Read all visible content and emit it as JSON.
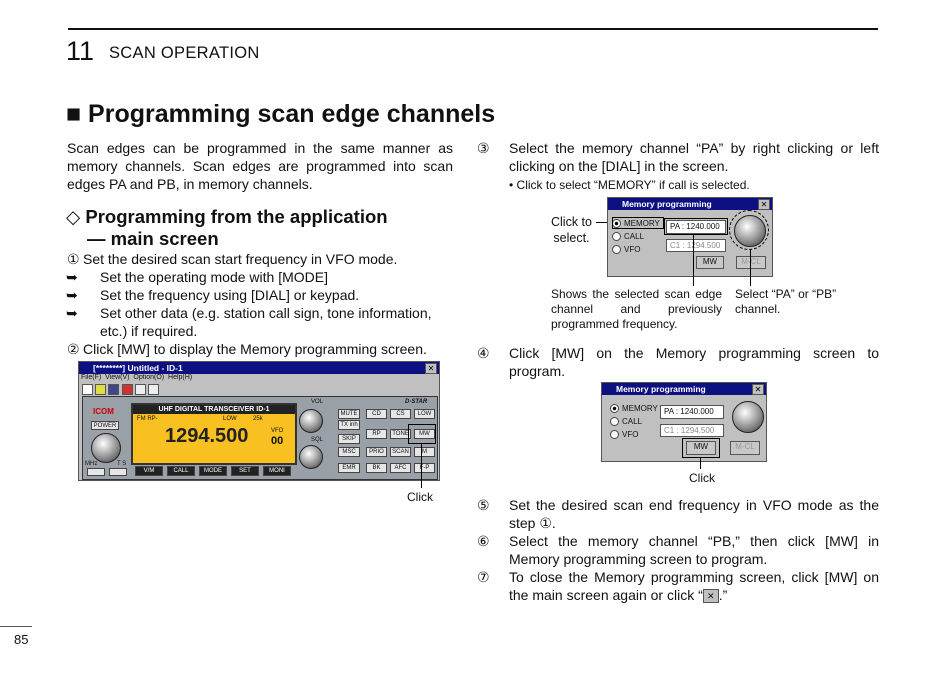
{
  "header": {
    "chapter_number": "11",
    "chapter_title": "SCAN OPERATION"
  },
  "section": {
    "title": "■ Programming scan edge channels"
  },
  "intro": "Scan edges can be programmed in the same manner as memory channels. Scan edges are programmed into scan edges PA and PB, in memory channels.",
  "subsection": {
    "title_line1": "◇ Programming from the application",
    "title_line2": "— main screen"
  },
  "left_steps": {
    "s1": "Set the desired scan start frequency in VFO mode.",
    "s1_mark": "①",
    "s1_sub": [
      "Set the operating mode with [MODE]",
      "Set the frequency using [DIAL] or keypad.",
      "Set other data (e.g. station call sign, tone information, etc.) if required."
    ],
    "s2_mark": "②",
    "s2": "Click [MW] to display the Memory programming screen."
  },
  "app_window": {
    "title": "[********] Untitled - ID-1",
    "menu": [
      "File(F)",
      "View(V)",
      "Option(O)",
      "Help(H)"
    ],
    "brand": "ICOM",
    "power": "POWER",
    "lcd_title": "UHF DIGITAL TRANSCEIVER   ID-1",
    "lcd_mode": "FM  RP-",
    "lcd_low": "LOW",
    "lcd_step": "25k",
    "lcd_freq": "1294.500",
    "lcd_vfo": "VFO",
    "lcd_ch": "00",
    "bottom_buttons": [
      "V/M",
      "CALL",
      "MODE",
      "SET",
      "MONI"
    ],
    "vol": "VOL",
    "sql": "SQL",
    "mid_buttons": [
      "MUTE",
      "TX inh",
      "SKIP",
      "MSC",
      "EMR"
    ],
    "dstar": "D·STAR",
    "right_buttons": [
      "CD",
      "CS",
      "LOW",
      "RP",
      "TONE",
      "MW",
      "PRIO",
      "SCAN",
      "M",
      "BK",
      "AFC",
      "F-P"
    ],
    "mhz": "MHz",
    "ts": "T S",
    "click_label": "Click"
  },
  "right_steps": {
    "s3_mark": "③",
    "s3": "Select the memory channel “PA” by right clicking or left clicking on the [DIAL] in the screen.",
    "s3_note": "• Click to select “MEMORY” if call is selected.",
    "s4_mark": "④",
    "s4": "Click [MW] on the Memory programming screen to program.",
    "s5_mark": "⑤",
    "s5": "Set the desired scan end frequency in VFO mode as the step ①.",
    "s6_mark": "⑥",
    "s6": "Select the memory channel “PB,” then click [MW] in Memory programming screen to program.",
    "s7_mark": "⑦",
    "s7_a": "To close the Memory programming screen, click [MW] on the main screen again or click “",
    "s7_icon": "✕",
    "s7_b": ".”"
  },
  "memory_window_1": {
    "title": "Memory programming",
    "radios": [
      "MEMORY",
      "CALL",
      "VFO"
    ],
    "field1": "PA : 1240.000",
    "field2": "C1 : 1294.500",
    "mw": "MW",
    "mcl": "M-CL",
    "click_to": "Click to",
    "select": "select.",
    "shows": "Shows the selected scan edge channel and previously programmed frequency.",
    "select_pa_pb": "Select “PA” or “PB” channel."
  },
  "memory_window_2": {
    "title": "Memory programming",
    "radios": [
      "MEMORY",
      "CALL",
      "VFO"
    ],
    "field1": "PA : 1240.000",
    "field2": "C1 : 1294.500",
    "mw": "MW",
    "mcl": "M-CL",
    "click_label": "Click"
  },
  "page_number": "85"
}
